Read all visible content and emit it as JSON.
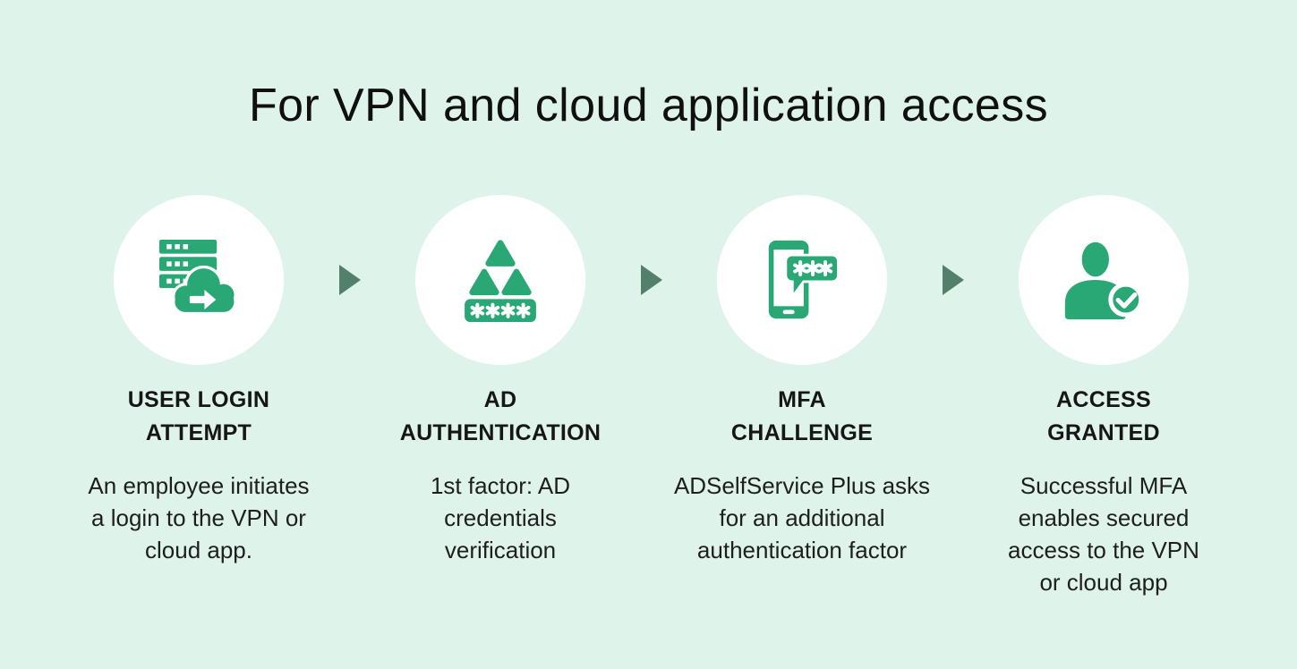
{
  "title": "For VPN and cloud application access",
  "colors": {
    "background": "#def4eb",
    "circle_fill": "#ffffff",
    "icon_green": "#29a876",
    "arrow_green": "#52806b",
    "text_dark": "#151515"
  },
  "steps": [
    {
      "icon": "server-cloud-icon",
      "heading_lines": [
        "USER LOGIN",
        "ATTEMPT"
      ],
      "description": "An employee initiates a login to the VPN or cloud app."
    },
    {
      "icon": "ad-triangles-password-icon",
      "heading_lines": [
        "AD",
        "AUTHENTICATION"
      ],
      "description": "1st factor: AD credentials verification"
    },
    {
      "icon": "phone-otp-icon",
      "heading_lines": [
        "MFA",
        "CHALLENGE"
      ],
      "description": "ADSelfService Plus asks for an additional authentication factor"
    },
    {
      "icon": "user-check-icon",
      "heading_lines": [
        "ACCESS",
        "GRANTED"
      ],
      "description": "Successful MFA enables secured access to the VPN or cloud app"
    }
  ]
}
